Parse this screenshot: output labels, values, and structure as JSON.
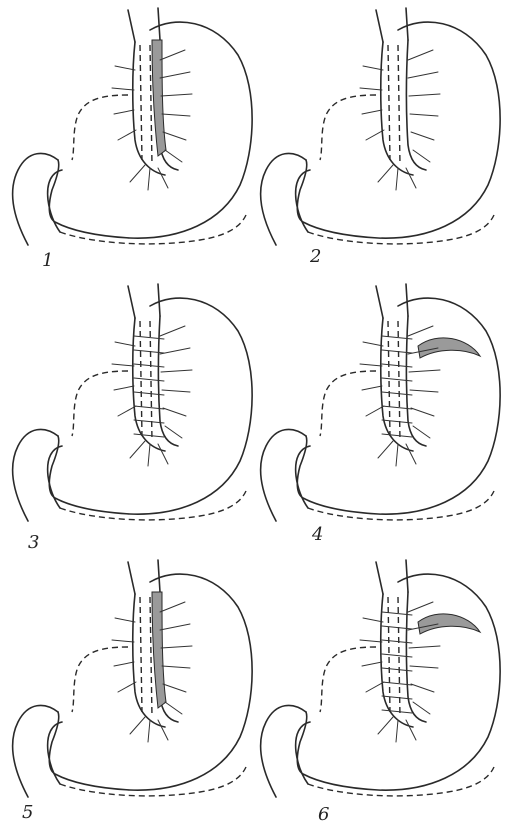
{
  "figure": {
    "panels": [
      {
        "label": "1",
        "shaded_strip": true,
        "shaded_fundus": false
      },
      {
        "label": "2",
        "shaded_strip": false,
        "shaded_fundus": false
      },
      {
        "label": "3",
        "shaded_strip": false,
        "shaded_fundus": false
      },
      {
        "label": "4",
        "shaded_strip": false,
        "shaded_fundus": true
      },
      {
        "label": "5",
        "shaded_strip": true,
        "shaded_fundus": false
      },
      {
        "label": "6",
        "shaded_strip": false,
        "shaded_fundus": true
      }
    ]
  }
}
